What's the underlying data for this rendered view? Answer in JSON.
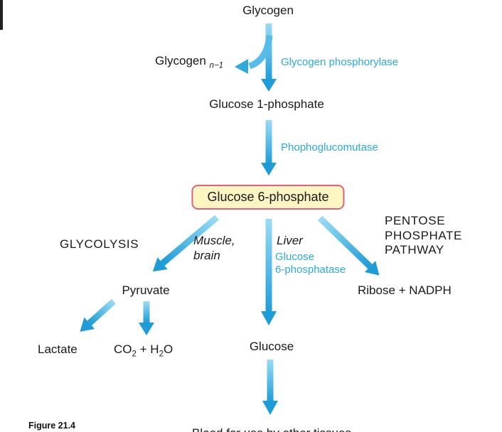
{
  "nodes": {
    "glycogen": "Glycogen",
    "glycogen_n1_base": "Glycogen ",
    "glycogen_n1_sub": "n−1",
    "glucose_1_phosphate": "Glucose 1-phosphate",
    "glucose_6_phosphate": "Glucose 6-phosphate",
    "pyruvate": "Pyruvate",
    "lactate": "Lactate",
    "co2_h2o": {
      "a": "CO",
      "a_sub": "2",
      "b": " + H",
      "b_sub": "2",
      "c": "O"
    },
    "glucose": "Glucose",
    "ribose_nadph": "Ribose + NADPH",
    "blood": "Blood for use by other tissues"
  },
  "enzymes": {
    "glycogen_phosphorylase": "Glycogen phosphorylase",
    "phosphoglucomutase": "Phophoglucomutase",
    "glucose_6_phosphatase": "Glucose\n6-phosphatase"
  },
  "annotations": {
    "glycolysis": "GLYCOLYSIS",
    "muscle_brain": "Muscle,\nbrain",
    "liver": "Liver",
    "pentose_phosphate_pathway": "PENTOSE\nPHOSPHATE\nPATHWAY"
  },
  "caption": "Figure 21.4",
  "colors": {
    "arrow_light": "#9ADCF5",
    "arrow_dark": "#1E9CD7",
    "arrow_branch": "#58BCE8",
    "enzyme_text": "#2BA9DF",
    "box_fill": "#FDF6C3",
    "box_border": "#E0607E"
  }
}
